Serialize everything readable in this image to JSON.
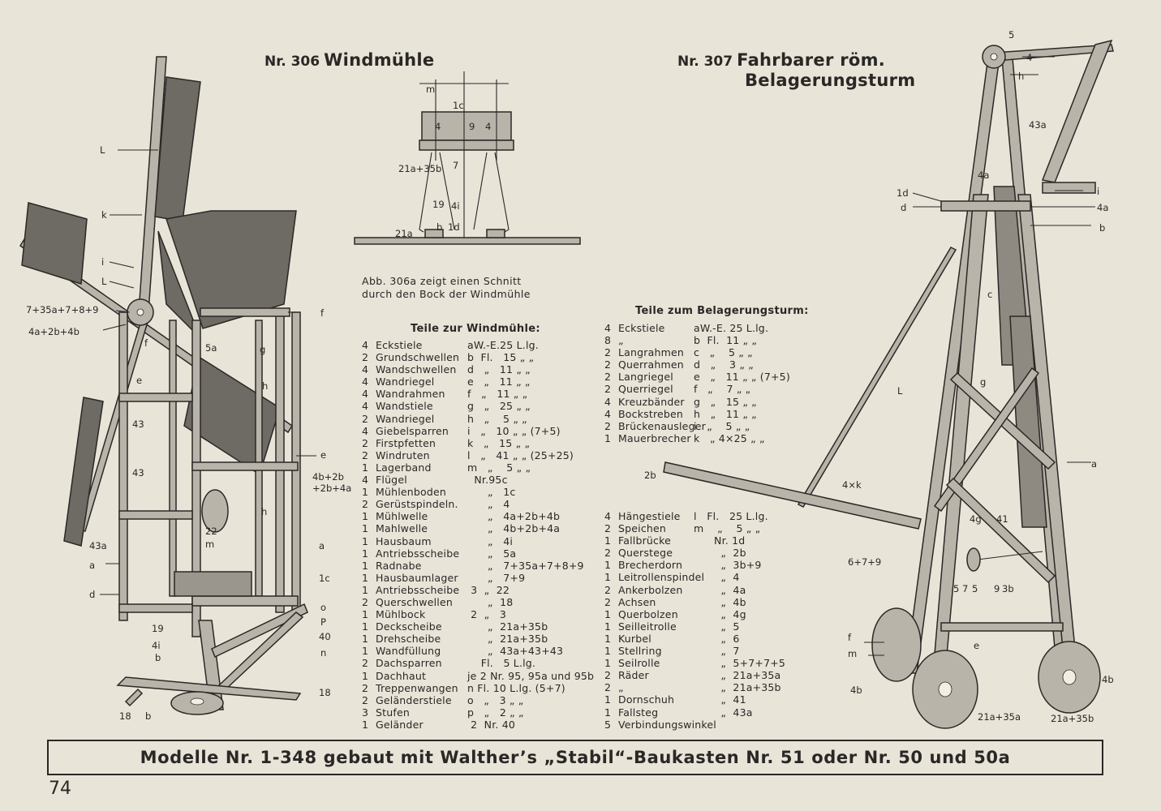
{
  "model_306": {
    "number": "Nr. 306",
    "name": "Windmühle",
    "section_caption_1": "Abb. 306a zeigt einen Schnitt",
    "section_caption_2": "durch den Bock der Windmühle",
    "parts_title": "Teile zur Windmühle:",
    "parts": [
      {
        "q": "4",
        "n": "Eckstiele",
        "c": "aW.-E.25 L.lg."
      },
      {
        "q": "2",
        "n": "Grundschwellen",
        "c": "b  Fl.   15 „ „"
      },
      {
        "q": "4",
        "n": "Wandschwellen",
        "c": "d   „   11 „ „"
      },
      {
        "q": "4",
        "n": "Wandriegel",
        "c": "e   „   11 „ „"
      },
      {
        "q": "4",
        "n": "Wandrahmen",
        "c": "f   „   11 „ „"
      },
      {
        "q": "4",
        "n": "Wandstiele",
        "c": "g   „   25 „ „"
      },
      {
        "q": "2",
        "n": "Wandriegel",
        "c": "h   „    5 „ „"
      },
      {
        "q": "4",
        "n": "Giebelsparren",
        "c": "i   „   10 „ „ (7+5)"
      },
      {
        "q": "2",
        "n": "Firstpfetten",
        "c": "k   „   15 „ „"
      },
      {
        "q": "2",
        "n": "Windruten",
        "c": "l   „   41 „ „ (25+25)"
      },
      {
        "q": "1",
        "n": "Lagerband",
        "c": "m   „    5 „ „"
      },
      {
        "q": "4",
        "n": "Flügel",
        "c": "  Nr.95c"
      },
      {
        "q": "1",
        "n": "Mühlenboden",
        "c": "      „   1c"
      },
      {
        "q": "2",
        "n": "Gerüstspindeln.",
        "c": "      „   4"
      },
      {
        "q": "1",
        "n": "Mühlwelle",
        "c": "      „   4a+2b+4b"
      },
      {
        "q": "1",
        "n": "Mahlwelle",
        "c": "      „   4b+2b+4a"
      },
      {
        "q": "1",
        "n": "Hausbaum",
        "c": "      „   4i"
      },
      {
        "q": "1",
        "n": "Antriebsscheibe",
        "c": "      „   5a"
      },
      {
        "q": "1",
        "n": "Radnabe",
        "c": "      „   7+35a+7+8+9"
      },
      {
        "q": "1",
        "n": "Hausbaumlager",
        "c": "      „   7+9"
      },
      {
        "q": "1",
        "n": "Antriebsscheibe",
        "c": " 3  „  22"
      },
      {
        "q": "2",
        "n": "Querschwellen",
        "c": "      „  18"
      },
      {
        "q": "1",
        "n": "Mühlbock",
        "c": " 2  „   3"
      },
      {
        "q": "1",
        "n": "Deckscheibe",
        "c": "      „  21a+35b"
      },
      {
        "q": "1",
        "n": "Drehscheibe",
        "c": "      „  21a+35b"
      },
      {
        "q": "1",
        "n": "Wandfüllung",
        "c": "      „  43a+43+43"
      },
      {
        "q": "2",
        "n": "Dachsparren",
        "c": "    Fl.   5 L.lg."
      },
      {
        "q": "1",
        "n": "Dachhaut",
        "c": "je 2 Nr. 95, 95a und 95b"
      },
      {
        "q": "2",
        "n": "Treppenwangen",
        "c": "n Fl. 10 L.lg. (5+7)"
      },
      {
        "q": "2",
        "n": "Geländerstiele",
        "c": "o   „   3 „ „"
      },
      {
        "q": "3",
        "n": "Stufen",
        "c": "p   „   2 „ „"
      },
      {
        "q": "1",
        "n": "Geländer",
        "c": " 2  Nr. 40"
      }
    ],
    "figure_labels": [
      "L",
      "k",
      "i",
      "L",
      "7+35a+7+8+9",
      "4a+2b+4b",
      "f",
      "e",
      "43",
      "43",
      "43a",
      "a",
      "d",
      "19",
      "4i",
      "b",
      "18",
      "b",
      "18",
      "g",
      "h",
      "5a",
      "22",
      "m",
      "e",
      "4b+2b",
      "+2b+4a",
      "h",
      "a",
      "1c",
      "o",
      "P",
      "40",
      "n",
      "f"
    ],
    "section_labels": [
      "m",
      "1c",
      "4",
      "9",
      "4",
      "21a+35b",
      "7",
      "19",
      "4i",
      "21a",
      "b",
      "1d"
    ]
  },
  "model_307": {
    "number": "Nr. 307",
    "name_line_1": "Fahrbarer röm.",
    "name_line_2": "Belagerungsturm",
    "parts_title": "Teile zum Belagerungsturm:",
    "parts_a": [
      {
        "q": "4",
        "n": "Eckstiele",
        "c": "aW.-E. 25 L.lg."
      },
      {
        "q": "8",
        "n": "„",
        "c": "b  Fl.  11 „ „"
      },
      {
        "q": "2",
        "n": "Langrahmen",
        "c": "c   „    5 „ „"
      },
      {
        "q": "2",
        "n": "Querrahmen",
        "c": "d   „    3 „ „"
      },
      {
        "q": "2",
        "n": "Langriegel",
        "c": "e   „   11 „ „ (7+5)"
      },
      {
        "q": "2",
        "n": "Querriegel",
        "c": "f   „    7 „ „"
      },
      {
        "q": "4",
        "n": "Kreuzbänder",
        "c": "g   „   15 „ „"
      },
      {
        "q": "4",
        "n": "Bockstreben",
        "c": "h   „   11 „ „"
      },
      {
        "q": "2",
        "n": "Brückenausleger",
        "c": "i   „    5 „ „"
      },
      {
        "q": "1",
        "n": "Mauerbrecher",
        "c": "k   „ 4×25 „ „"
      }
    ],
    "parts_b": [
      {
        "q": "4",
        "n": "Hängestiele",
        "c": "l   Fl.   25 L.lg."
      },
      {
        "q": "2",
        "n": "Speichen",
        "c": "m    „    5 „ „"
      },
      {
        "q": "1",
        "n": "Fallbrücke",
        "c": "      Nr. 1d"
      },
      {
        "q": "2",
        "n": "Querstege",
        "c": "        „  2b"
      },
      {
        "q": "1",
        "n": "Brecherdorn",
        "c": "        „  3b+9"
      },
      {
        "q": "1",
        "n": "Leitrollenspindel",
        "c": "        „  4"
      },
      {
        "q": "2",
        "n": "Ankerbolzen",
        "c": "        „  4a"
      },
      {
        "q": "2",
        "n": "Achsen",
        "c": "        „  4b"
      },
      {
        "q": "1",
        "n": "Querbolzen",
        "c": "        „  4g"
      },
      {
        "q": "1",
        "n": "Seilleitrolle",
        "c": "        „  5"
      },
      {
        "q": "1",
        "n": "Kurbel",
        "c": "        „  6"
      },
      {
        "q": "1",
        "n": "Stellring",
        "c": "        „  7"
      },
      {
        "q": "1",
        "n": "Seilrolle",
        "c": "        „  5+7+7+5"
      },
      {
        "q": "2",
        "n": "Räder",
        "c": "        „  21a+35a"
      },
      {
        "q": "2",
        "n": "„",
        "c": "        „  21a+35b"
      },
      {
        "q": "1",
        "n": "Dornschuh",
        "c": "        „  41"
      },
      {
        "q": "1",
        "n": "Fallsteg",
        "c": "        „  43a"
      },
      {
        "q": "5",
        "n": "Verbindungswinkel",
        "c": ""
      }
    ],
    "figure_labels": [
      "5",
      "4",
      "h",
      "43a",
      "i",
      "4a",
      "1d",
      "d",
      "b",
      "4a",
      "c",
      "L",
      "g",
      "a",
      "2b",
      "4×k",
      "4g",
      "41",
      "6+7+9",
      "5",
      "7",
      "5",
      "9",
      "3b",
      "f",
      "m",
      "e",
      "4b",
      "21a+35a",
      "21a+35b",
      "4b"
    ]
  },
  "footer": {
    "banner": "Modelle Nr. 1-348 gebaut mit Walther’s „Stabil“-Baukasten Nr. 51 oder Nr. 50 und 50a",
    "page_number": "74"
  },
  "colors": {
    "paper": "#e9e4d8",
    "ink": "#2a2826",
    "metal": "#b9b4aa",
    "panel": "#6e6a64"
  }
}
